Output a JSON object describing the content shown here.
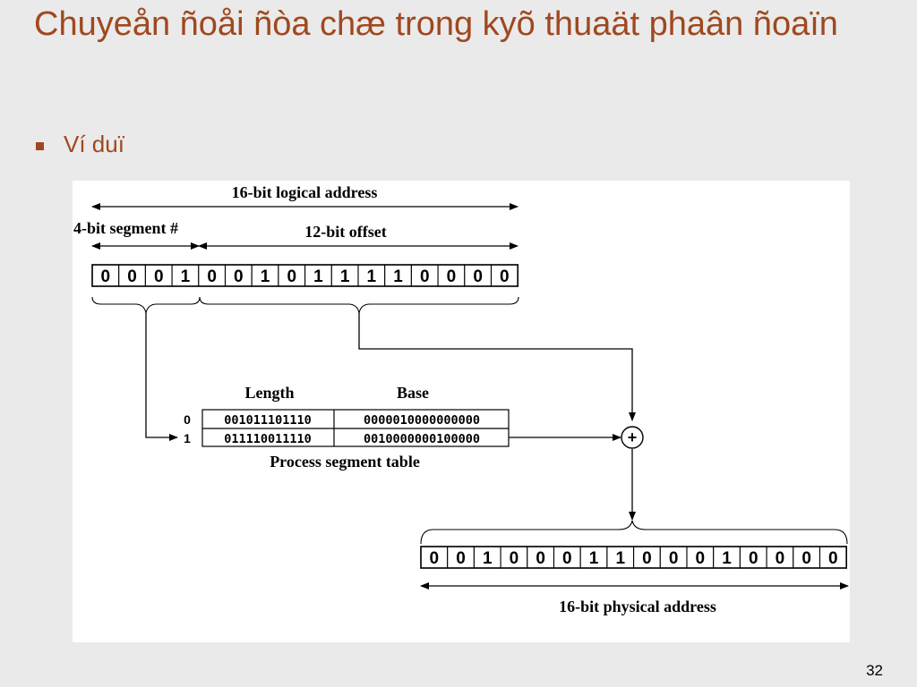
{
  "slide": {
    "title": "Chuyeån ñoåi ñòa chæ trong kyõ thuaät phaân ñoaïn",
    "bullet": "Ví duï",
    "page_number": "32"
  },
  "diagram": {
    "logical_label": "16-bit logical address",
    "segment_label": "4-bit segment #",
    "offset_label": "12-bit offset",
    "logical_bits": [
      "0",
      "0",
      "0",
      "1",
      "0",
      "0",
      "1",
      "0",
      "1",
      "1",
      "1",
      "1",
      "0",
      "0",
      "0",
      "0"
    ],
    "table_header_length": "Length",
    "table_header_base": "Base",
    "table_caption": "Process segment table",
    "rows": [
      {
        "index": "0",
        "length": "001011101110",
        "base": "0000010000000000"
      },
      {
        "index": "1",
        "length": "011110011110",
        "base": "0010000000100000"
      }
    ],
    "adder_symbol": "+",
    "physical_bits": [
      "0",
      "0",
      "1",
      "0",
      "0",
      "0",
      "1",
      "1",
      "0",
      "0",
      "0",
      "1",
      "0",
      "0",
      "0",
      "0"
    ],
    "physical_label": "16-bit physical address"
  }
}
